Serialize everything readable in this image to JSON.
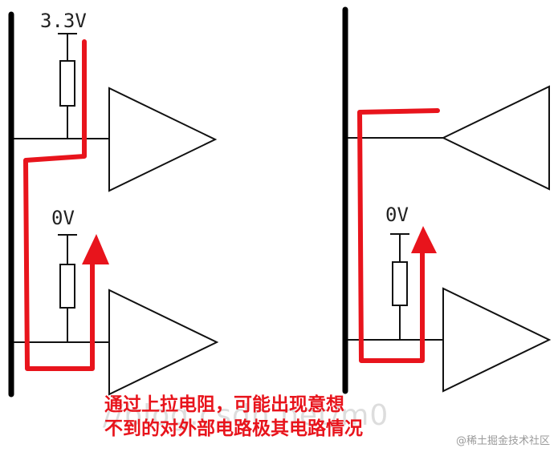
{
  "colors": {
    "wire": "#111111",
    "bus": "#000000",
    "current_path": "#e8141c",
    "caption": "#e8141c"
  },
  "left_circuit": {
    "supply_label": "3.3V",
    "ground_label": "0V"
  },
  "right_circuit": {
    "ground_label": "0V"
  },
  "caption": {
    "line1": "通过上拉电阻，可能出现意想",
    "line2": "不到的对外部电路极其电路情况"
  },
  "watermark": "//blog.csdn.net/m0",
  "credit": "@稀土掘金技术社区"
}
